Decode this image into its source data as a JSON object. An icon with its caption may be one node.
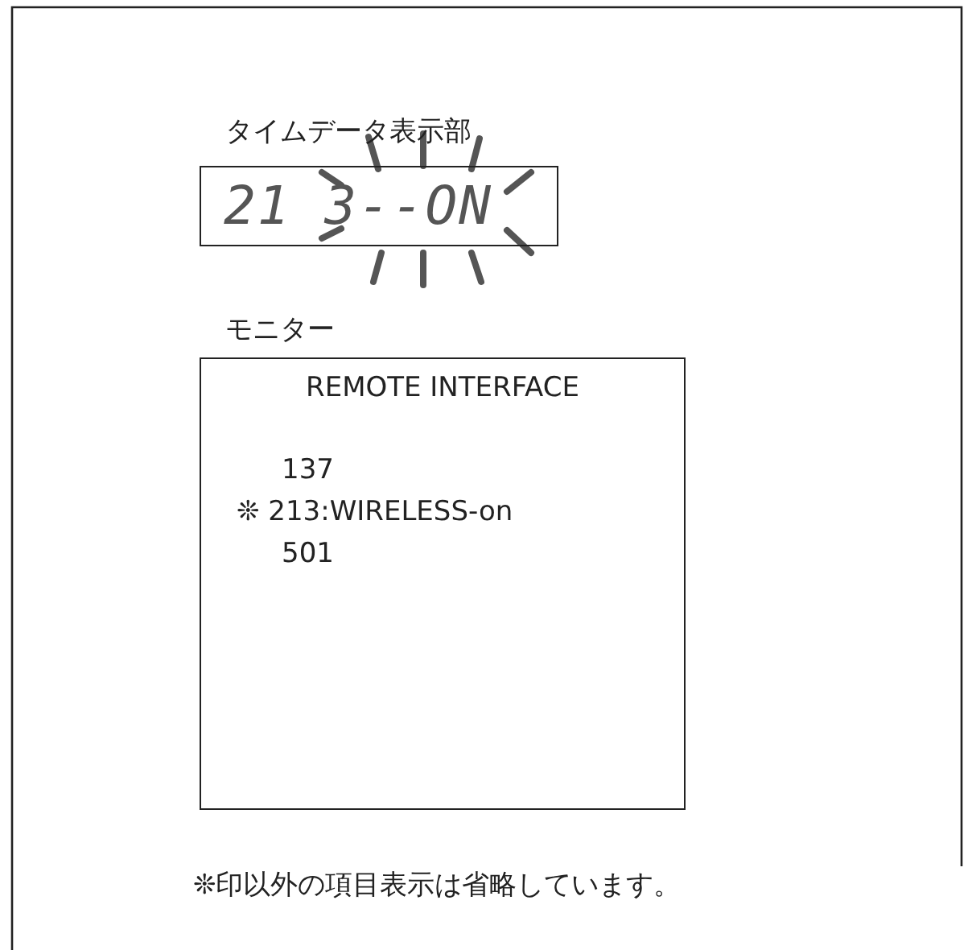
{
  "diagram": {
    "nodes": [
      {
        "text": [
          "タイムデータ表示部",
          "21 3--ON"
        ]
      },
      {
        "text": [
          "モニター",
          "REMOTE INTERFACE",
          "137",
          "❊ 213:WIRELESS-on",
          "501"
        ]
      }
    ],
    "labels": [
      "❊印以外の項目表示は省略しています。"
    ]
  }
}
